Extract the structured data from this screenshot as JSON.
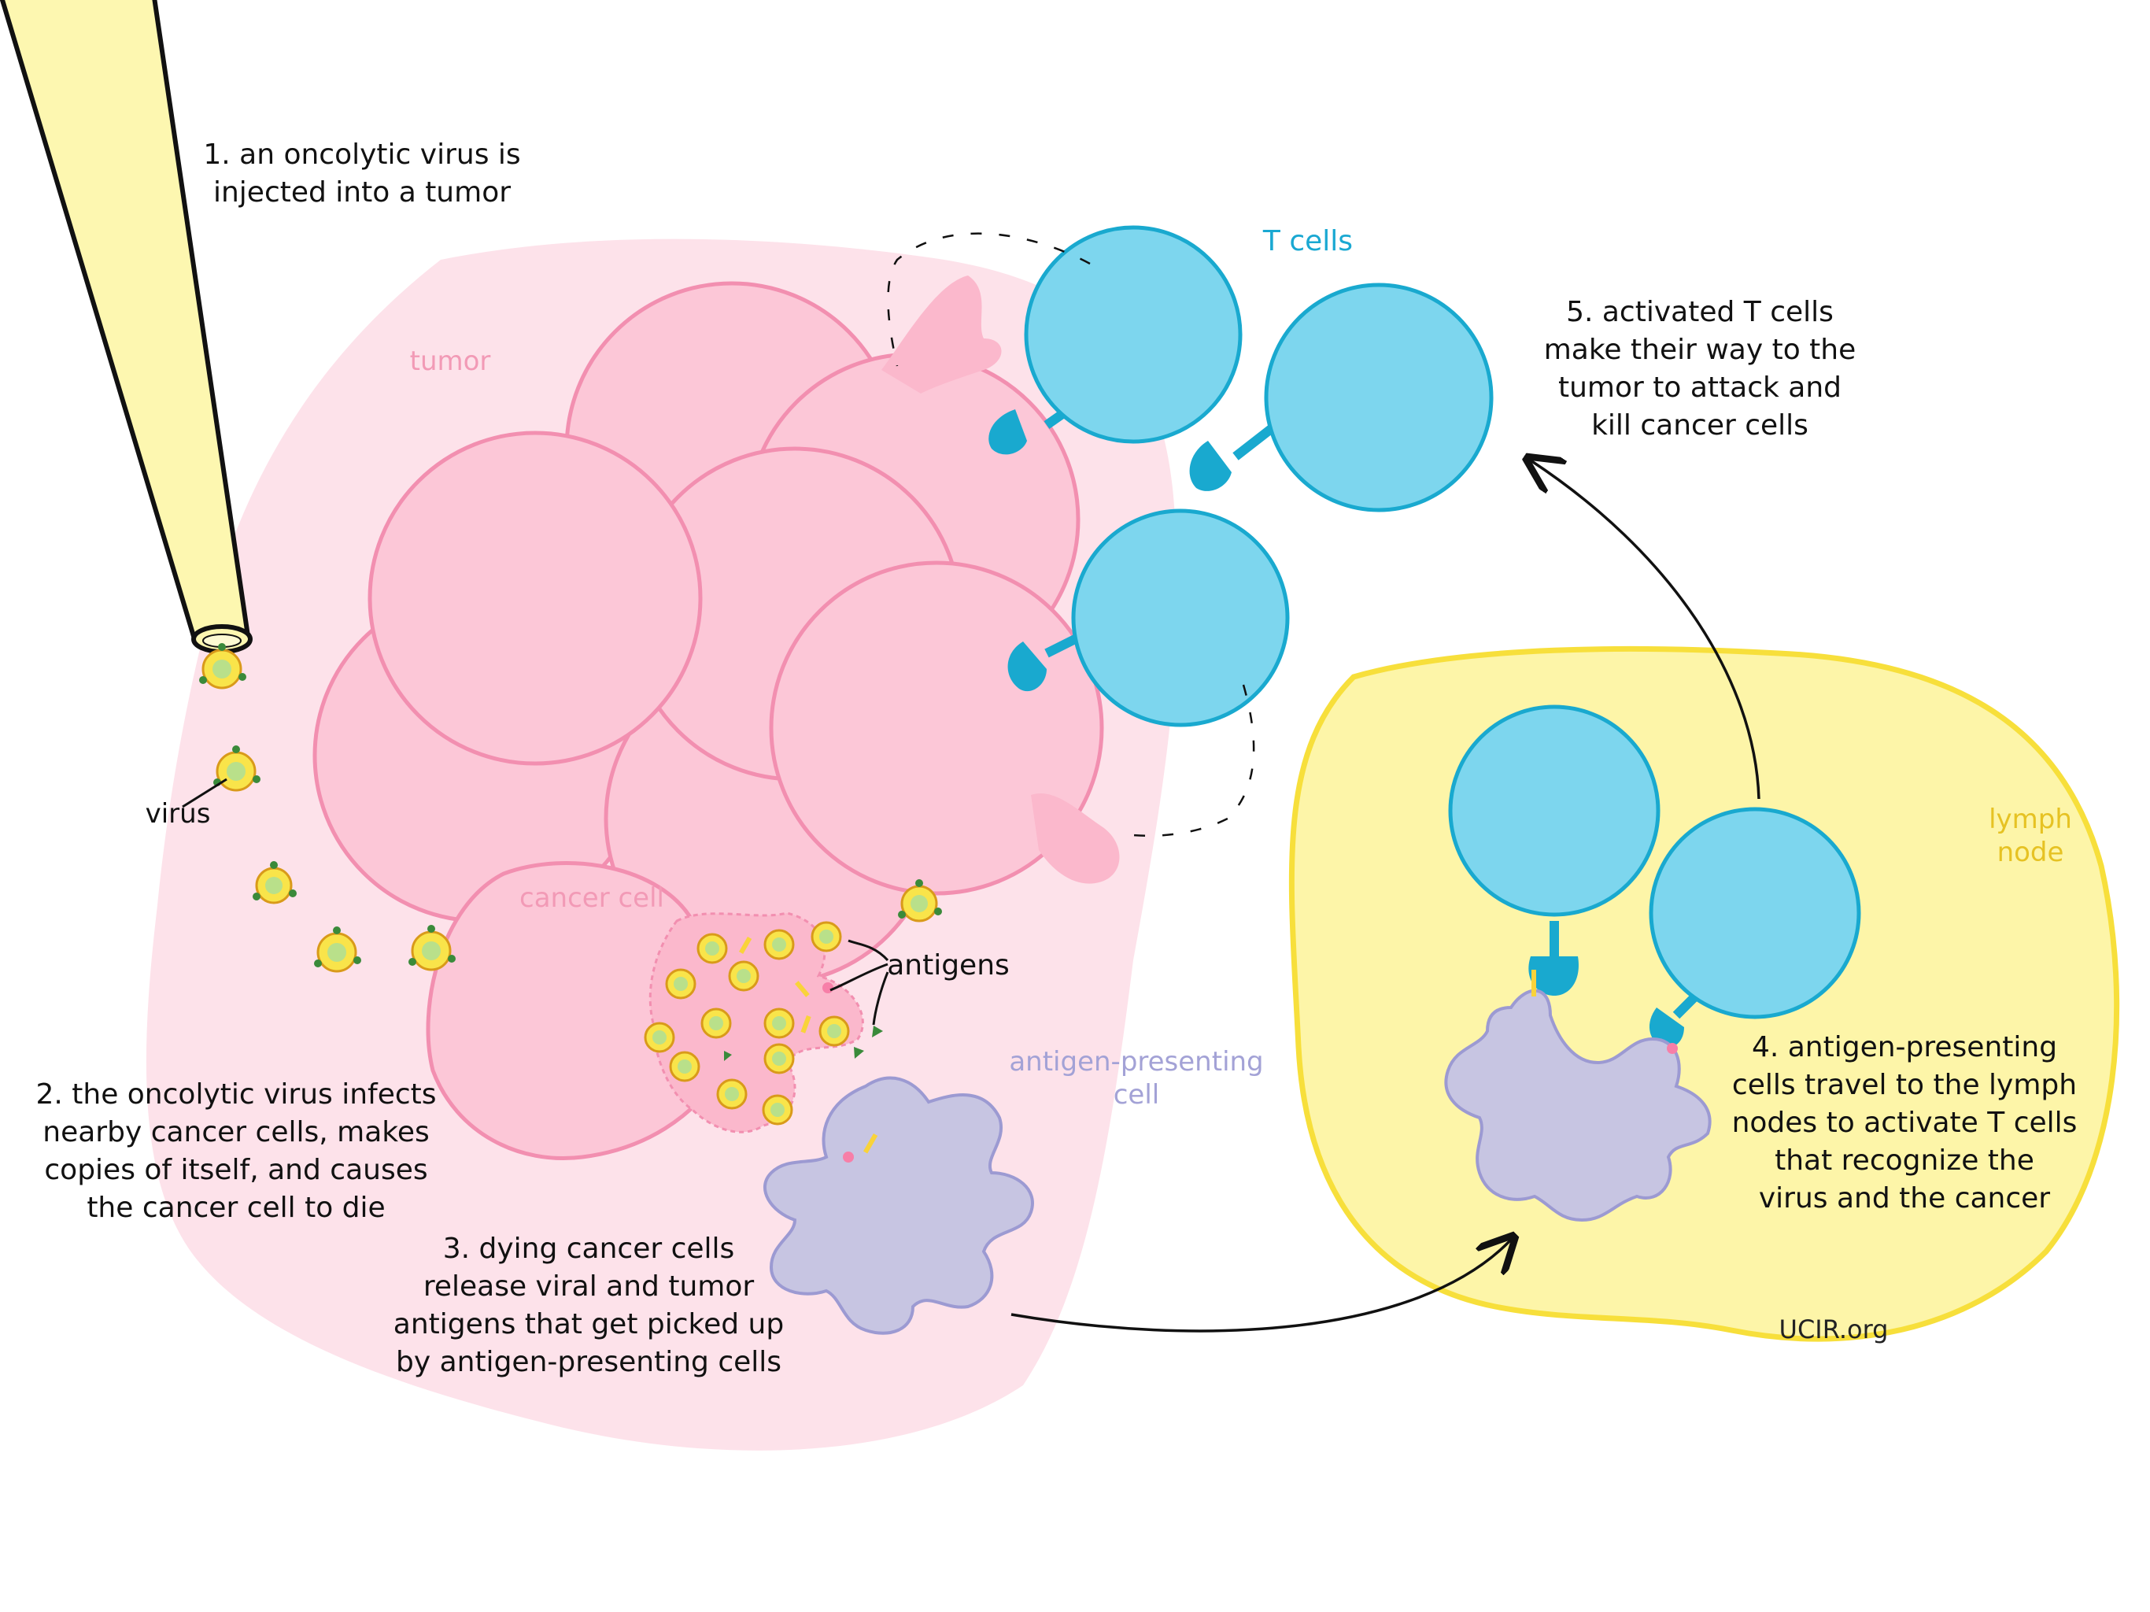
{
  "labels": {
    "step1": [
      "1. an oncolytic virus is",
      "injected into a tumor"
    ],
    "step2": [
      "2. the oncolytic virus infects",
      "nearby cancer cells, makes",
      "copies of itself, and causes",
      "the cancer cell to die"
    ],
    "step3": [
      "3. dying cancer cells",
      "release viral and tumor",
      "antigens that get picked up",
      "by antigen-presenting cells"
    ],
    "step4": [
      "4. antigen-presenting",
      "cells travel to the lymph",
      "nodes to activate T cells",
      "that recognize the",
      "virus and the cancer"
    ],
    "step5": [
      "5. activated T cells",
      "make their way to the",
      "tumor to attack and",
      "kill cancer cells"
    ],
    "tumor": "tumor",
    "t_cells": "T cells",
    "virus": "virus",
    "cancer_cell": "cancer cell",
    "antigens": "antigens",
    "apc": [
      "antigen-presenting",
      "cell"
    ],
    "lymph_node": [
      "lymph",
      "node"
    ],
    "credit": "UCIR.org"
  },
  "colors": {
    "tumor_bg": "#fde2ea",
    "cell_fill": "#fcc7d7",
    "cell_stroke": "#f28fb0",
    "t_cell": "#7dd6ee",
    "t_cell_stroke": "#19a9cf",
    "lymph_fill": "#fdf5a8",
    "lymph_stroke": "#f7df3b",
    "needle_fill": "#fdf7b0",
    "apc_fill": "#c7c5e2",
    "apc_stroke": "#9c9ad2",
    "virus_fill": "#f9e44a",
    "virus_spike": "#3a8a3a",
    "tumor_text": "#f29ab6",
    "tcell_text": "#1aa8d2",
    "apc_text": "#a3a2d6",
    "lymph_text": "#e6c223"
  }
}
